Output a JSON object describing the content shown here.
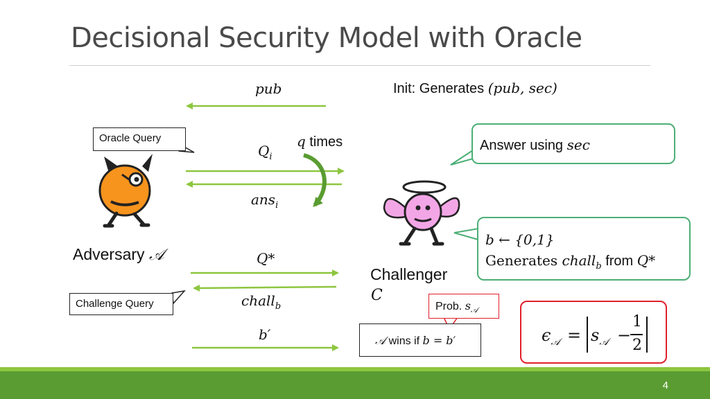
{
  "slide": {
    "title": "Decisional Security Model with Oracle",
    "page_number": "4"
  },
  "messages": {
    "pub": "pub",
    "q_i": "Q",
    "q_i_sub": "i",
    "ans_i": "ans",
    "ans_i_sub": "i",
    "q_star": "Q*",
    "chall_b": "chall",
    "chall_b_sub": "b",
    "b_prime": "b′",
    "q_times_var": "q",
    "q_times_text": "times"
  },
  "init": {
    "prefix": "Init: Generates ",
    "math": "(pub, sec)"
  },
  "adversary": {
    "label": "Adversary ",
    "symbol": "𝒜"
  },
  "challenger": {
    "label": "Challenger",
    "symbol": "C"
  },
  "callouts": {
    "oracle_query": "Oracle Query",
    "challenge_query": "Challenge Query",
    "answer_text": "Answer using ",
    "answer_math": "sec",
    "bit_line": "b ← {0,1}",
    "gen_text": "Generates ",
    "gen_chall": "chall",
    "gen_chall_sub": "b",
    "gen_from": " from ",
    "gen_q": "Q*",
    "prob_text": "Prob.  ",
    "prob_math": "s",
    "prob_sub": "𝒜"
  },
  "win": {
    "symbol": "𝒜",
    "text": " wins if ",
    "math": "b = b′"
  },
  "advantage": {
    "eps": "ϵ",
    "eps_sub": "𝒜",
    "eq": "=",
    "s": "s",
    "s_sub": "𝒜",
    "minus": "−",
    "num": "1",
    "den": "2"
  },
  "colors": {
    "arrow_green": "#8dc63f",
    "loop_green": "#5a9c32",
    "box_green": "#4caf76",
    "box_red": "#e0202a",
    "devil_orange": "#f7941d",
    "angel_pink": "#f3a6e6",
    "footer_green": "#5a9c32"
  }
}
